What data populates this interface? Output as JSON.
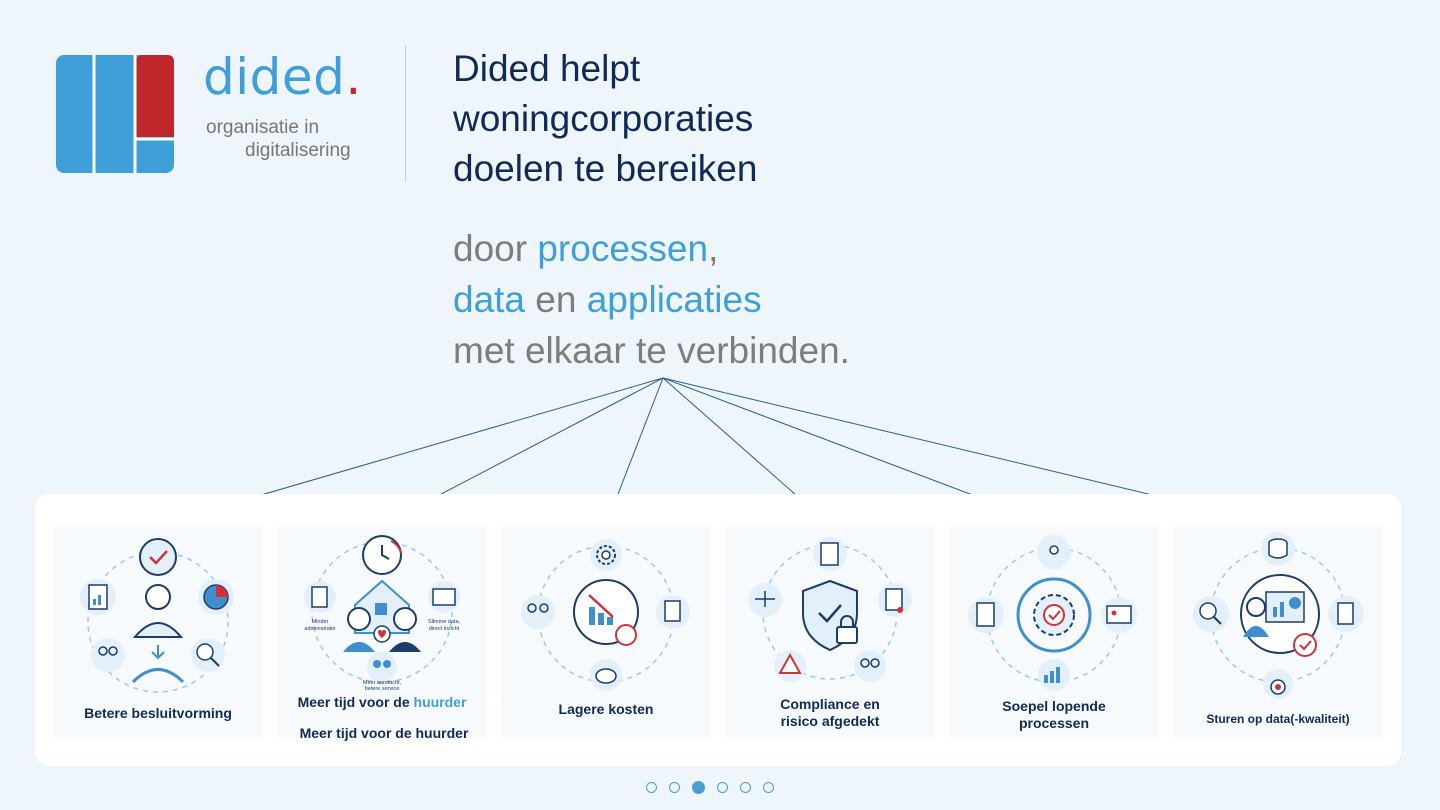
{
  "brand": {
    "name": "dided",
    "dot": ".",
    "tagline_line1": "organisatie in",
    "tagline_line2": "digitalisering",
    "colors": {
      "blue": "#3f9fd9",
      "red": "#c0272d",
      "navy": "#0f2a55"
    }
  },
  "headline": {
    "line1": "Dided helpt",
    "line2": "woningcorporaties",
    "line3": "doelen te bereiken"
  },
  "subheadline": {
    "w1": "door ",
    "w2": "processen",
    "w3": ",",
    "w4": "data",
    "w5": " en ",
    "w6": "applicaties",
    "w7": "met elkaar te verbinden."
  },
  "cards": [
    {
      "caption": "Betere besluitvorming",
      "icon": "decision-maker-icon"
    },
    {
      "caption_part1": "Meer tijd voor de ",
      "caption_part2": "huurder",
      "icon": "tenant-conversation-icon",
      "labels": {
        "l1": "Minder",
        "l2": "administratie",
        "r1": "Slimme data,",
        "r2": "direct inzicht",
        "b1": "Meer aandacht,",
        "b2": "betere service"
      }
    },
    {
      "caption": "Lagere kosten",
      "icon": "cost-reduction-icon"
    },
    {
      "caption_line1": "Compliance en",
      "caption_line2": "risico afgedekt",
      "icon": "shield-lock-icon"
    },
    {
      "caption_line1": "Soepel lopende",
      "caption_line2": "processen",
      "icon": "process-gear-icon"
    },
    {
      "caption": "Sturen op data(-kwaliteit)",
      "icon": "data-presentation-icon"
    }
  ],
  "extra_caption": "Meer tijd voor de huurder",
  "pager": {
    "count": 6,
    "active": 3
  }
}
